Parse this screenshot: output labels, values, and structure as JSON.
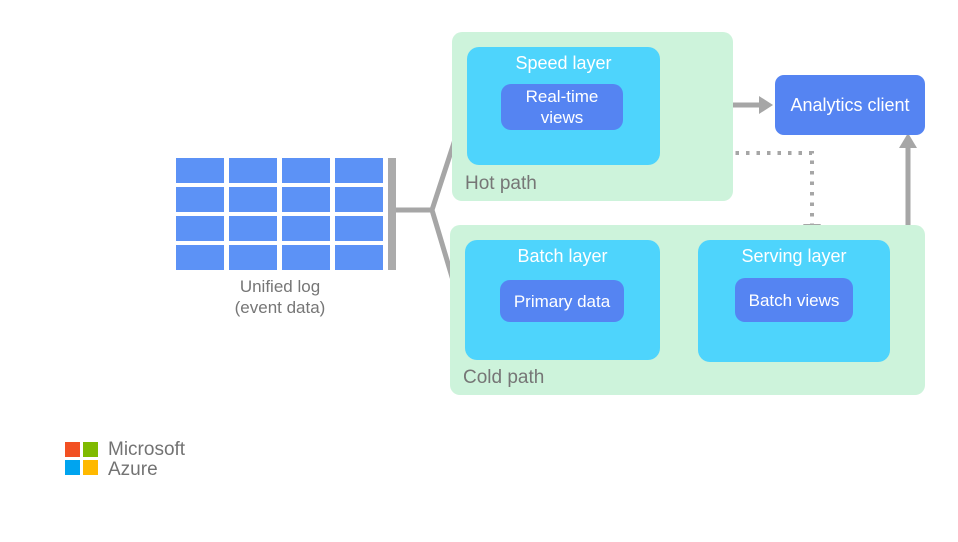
{
  "diagram": {
    "unified_log": {
      "grid": {
        "rows": 4,
        "cols": 4
      },
      "label_line1": "Unified log",
      "label_line2": "(event data)"
    },
    "hot_path": {
      "label": "Hot path",
      "speed_layer": {
        "title": "Speed layer",
        "item": "Real-time views"
      }
    },
    "cold_path": {
      "label": "Cold path",
      "batch_layer": {
        "title": "Batch layer",
        "item": "Primary data"
      },
      "serving_layer": {
        "title": "Serving layer",
        "item": "Batch views"
      }
    },
    "analytics_client": {
      "label": "Analytics client"
    },
    "flows": [
      {
        "from": "unified-log",
        "to": "speed-layer",
        "style": "solid-fork"
      },
      {
        "from": "unified-log",
        "to": "batch-layer",
        "style": "solid-fork"
      },
      {
        "from": "speed-layer",
        "to": "analytics-client",
        "style": "solid-arrow"
      },
      {
        "from": "speed-layer",
        "to": "serving-layer",
        "style": "dotted-arrow"
      },
      {
        "from": "batch-layer",
        "to": "serving-layer",
        "style": "solid-arrow"
      },
      {
        "from": "serving-layer",
        "to": "analytics-client",
        "style": "solid-arrow"
      }
    ]
  },
  "logo": {
    "line1": "Microsoft",
    "line2": "Azure"
  },
  "colors": {
    "path-bg": "#CDF3DB",
    "layer-bg": "#4ED4FC",
    "box-blue": "#5584F2",
    "cell-blue": "#5C92F6",
    "line-gray": "#A6A6A6",
    "bar-gray": "#ABABAB",
    "label-gray": "#767676",
    "logo-text": "#737373",
    "ms-red": "#F25022",
    "ms-green": "#7FBA00",
    "ms-blue": "#00A4EF",
    "ms-yellow": "#FFB900",
    "text-white": "#FFFFFF"
  }
}
